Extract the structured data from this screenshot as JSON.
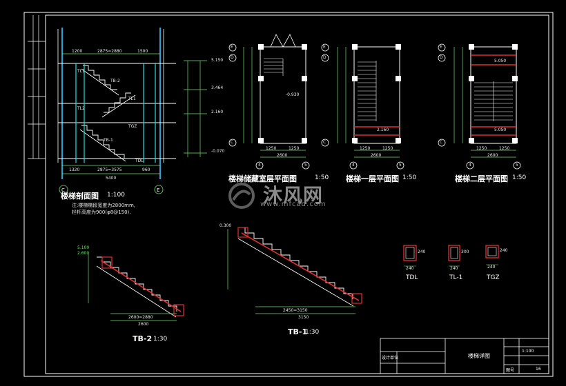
{
  "drawing": {
    "section_view": {
      "title": "楼梯剖面图",
      "scale": "1:100",
      "top_dims": [
        "1200",
        "2875=2880",
        "1500"
      ],
      "bottom_dims": [
        "1320",
        "2875=3575",
        "960"
      ],
      "total": "5400",
      "elevations": [
        "5.150",
        "3.464",
        "2.160",
        "-0.070"
      ],
      "labels": [
        "TL1",
        "TL2",
        "TL1",
        "TGZ",
        "TB-2",
        "TB-1",
        "TDL"
      ],
      "note_line1": "注:楼梯梯段宽度为2800mm,",
      "note_line2": "栏杆高度为900(φ8@150)."
    },
    "plan_basement": {
      "title": "楼梯储藏室层平面图",
      "scale": "1:50",
      "dims": [
        "1250",
        "1250",
        "2600"
      ],
      "axes": [
        "E",
        "D",
        "C",
        "4",
        "5"
      ],
      "elev": "-0.930"
    },
    "plan_first": {
      "title": "楼梯一层平面图",
      "scale": "1:50",
      "dims": [
        "1250",
        "1250",
        "2600"
      ],
      "axes": [
        "E",
        "D",
        "C",
        "4",
        "5"
      ],
      "elev": "2.160"
    },
    "plan_second": {
      "title": "楼梯二层平面图",
      "scale": "1:50",
      "dims": [
        "1250",
        "1250",
        "2600"
      ],
      "axes": [
        "E",
        "D",
        "C",
        "4",
        "5"
      ],
      "elev_top": "5.050",
      "elev_bot": "5.050"
    },
    "tb2": {
      "title": "TB-2",
      "scale": "1:30",
      "elev_top": "5.100",
      "elev_2": "2.600",
      "dims": [
        "2600",
        "2600=2880"
      ]
    },
    "tb1": {
      "title": "TB-1",
      "scale": "1:30",
      "elev": "0.300",
      "dims": [
        "2450=3150",
        "3150"
      ]
    },
    "sections": [
      {
        "name": "TDL",
        "dims": [
          "240",
          "240"
        ]
      },
      {
        "name": "TL-1",
        "dims": [
          "240",
          "300"
        ]
      },
      {
        "name": "TGZ",
        "dims": [
          "240",
          "240"
        ]
      }
    ],
    "title_block": {
      "drawing_name": "楼梯详图",
      "scale": "1:100",
      "field_design": "设计单位",
      "field_sheet": "图号",
      "value_sheet": "16"
    },
    "watermark": {
      "brand": "沐风网",
      "url": "www.mfcad.com"
    }
  }
}
